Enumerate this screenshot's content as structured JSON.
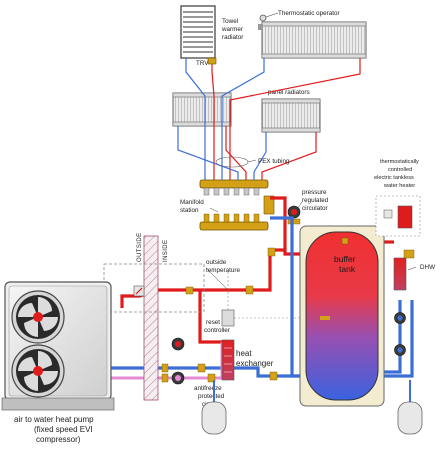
{
  "labels": {
    "towel_warmer": [
      "Towel",
      "warmer",
      "radiator"
    ],
    "thermostatic_operator": "Thermostatic operator",
    "trv": "TRV",
    "panel_radiators": "panel radiators",
    "pex_tubing": "PEX tubing",
    "manifold_station": [
      "Manifold",
      "station"
    ],
    "pressure_circulator": [
      "pressure",
      "regulated",
      "circulator"
    ],
    "tankless_heater": [
      "thermostatically",
      "controlled",
      "electric tankless",
      "water heater"
    ],
    "buffer_tank": [
      "buffer",
      "tank"
    ],
    "dhw": "DHW",
    "outside": "OUTSIDE",
    "inside": "INSIDE",
    "outside_temperature": [
      "outside",
      "temperature"
    ],
    "reset_controller": [
      "reset",
      "controller"
    ],
    "heat_exchanger": [
      "heat",
      "exchanger"
    ],
    "antifreeze_circuit": [
      "antifreeze",
      "protected",
      "circuit"
    ],
    "heat_pump": [
      "air to water heat pump",
      "(fixed speed EVI",
      "compressor)"
    ]
  },
  "colors": {
    "supply": "#e01b1b",
    "return": "#3b6fd6",
    "antifreeze": "#e48bd6",
    "valve": "#d4a017",
    "tank_top": "#f03030",
    "tank_bottom": "#3a62e0"
  }
}
